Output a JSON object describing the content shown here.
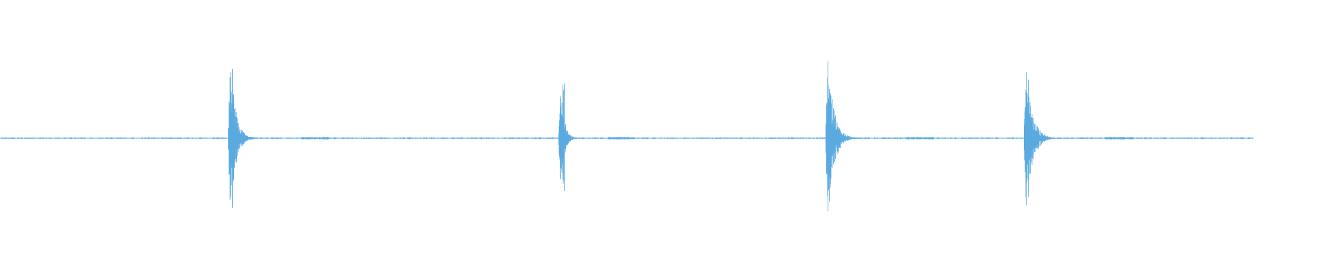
{
  "waveform": {
    "color": "#5aaae0",
    "background": "#ffffff",
    "duration_fraction_visible": 0.948,
    "baseline_noise": 0.01,
    "transients": [
      {
        "position": 0.174,
        "amplitude": 0.95,
        "decay": 0.018
      },
      {
        "position": 0.424,
        "amplitude": 0.64,
        "decay": 0.012
      },
      {
        "position": 0.626,
        "amplitude": 0.95,
        "decay": 0.02
      },
      {
        "position": 0.776,
        "amplitude": 0.99,
        "decay": 0.02
      }
    ]
  }
}
